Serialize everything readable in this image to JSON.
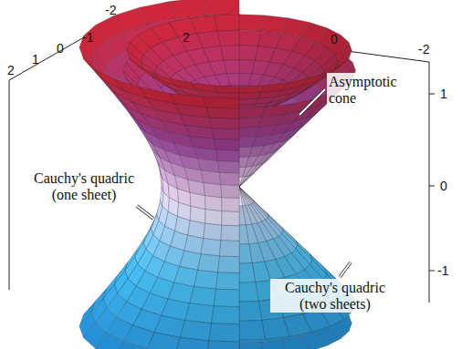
{
  "diagram": {
    "labels": [
      "2",
      "1",
      "0",
      "-1",
      "-2",
      "2",
      "0",
      "-2",
      "1",
      "0",
      "-1",
      "Asymptotic cone",
      "Cauchy's quadric (one sheet)",
      "Cauchy's quadric (two sheets)"
    ]
  }
}
